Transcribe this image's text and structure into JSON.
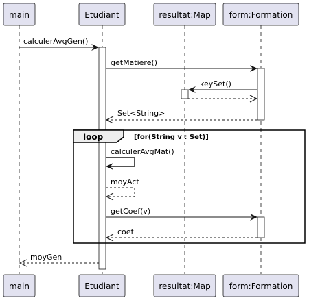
{
  "colors": {
    "participant_fill": "#E2E2F0",
    "participant_stroke": "#181818",
    "lifeline": "#181818",
    "activation_fill": "#FFFFFF",
    "arrow": "#181818",
    "loop_stroke": "#000000",
    "loop_label_fill": "#EEEEEE"
  },
  "participants": [
    {
      "id": "main",
      "label": "main"
    },
    {
      "id": "etudiant",
      "label": "Etudiant"
    },
    {
      "id": "resultat",
      "label": "resultat:Map"
    },
    {
      "id": "form",
      "label": "form:Formation"
    }
  ],
  "messages": [
    {
      "from": "main",
      "to": "etudiant",
      "label": "calculerAvgGen()",
      "kind": "sync"
    },
    {
      "from": "etudiant",
      "to": "form",
      "label": "getMatiere()",
      "kind": "sync"
    },
    {
      "from": "form",
      "to": "resultat",
      "label": "keySet()",
      "kind": "sync"
    },
    {
      "from": "resultat",
      "to": "form",
      "label": "",
      "kind": "return"
    },
    {
      "from": "form",
      "to": "etudiant",
      "label": "Set<String>",
      "kind": "return"
    },
    {
      "from": "etudiant",
      "to": "etudiant",
      "label": "calculerAvgMat()",
      "kind": "self"
    },
    {
      "from": "etudiant",
      "to": "etudiant",
      "label": "moyAct",
      "kind": "self-return"
    },
    {
      "from": "etudiant",
      "to": "form",
      "label": "getCoef(v)",
      "kind": "sync"
    },
    {
      "from": "form",
      "to": "etudiant",
      "label": "coef",
      "kind": "return"
    },
    {
      "from": "etudiant",
      "to": "main",
      "label": "moyGen",
      "kind": "return"
    }
  ],
  "loop": {
    "keyword": "loop",
    "guard": "[for(String v : Set)]"
  }
}
